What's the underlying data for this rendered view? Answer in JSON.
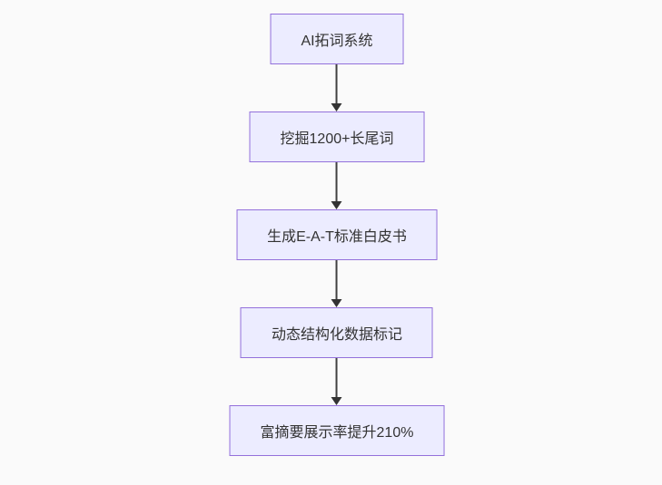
{
  "diagram": {
    "type": "flowchart",
    "direction": "top-down",
    "colors": {
      "background": "#fafafa",
      "node_fill": "#ECECFF",
      "node_border": "#9370DB",
      "edge": "#404040",
      "arrowhead": "#333333",
      "text": "#333333"
    },
    "nodes": [
      {
        "label": "AI拓词系统"
      },
      {
        "label": "挖掘1200+长尾词"
      },
      {
        "label": "生成E-A-T标准白皮书"
      },
      {
        "label": "动态结构化数据标记"
      },
      {
        "label": "富摘要展示率提升210%"
      }
    ],
    "edges": [
      {
        "from": "AI拓词系统",
        "to": "挖掘1200+长尾词",
        "style": "arrow-down"
      },
      {
        "from": "挖掘1200+长尾词",
        "to": "生成E-A-T标准白皮书",
        "style": "arrow-down"
      },
      {
        "from": "生成E-A-T标准白皮书",
        "to": "动态结构化数据标记",
        "style": "arrow-down"
      },
      {
        "from": "动态结构化数据标记",
        "to": "富摘要展示率提升210%",
        "style": "arrow-down"
      }
    ]
  }
}
